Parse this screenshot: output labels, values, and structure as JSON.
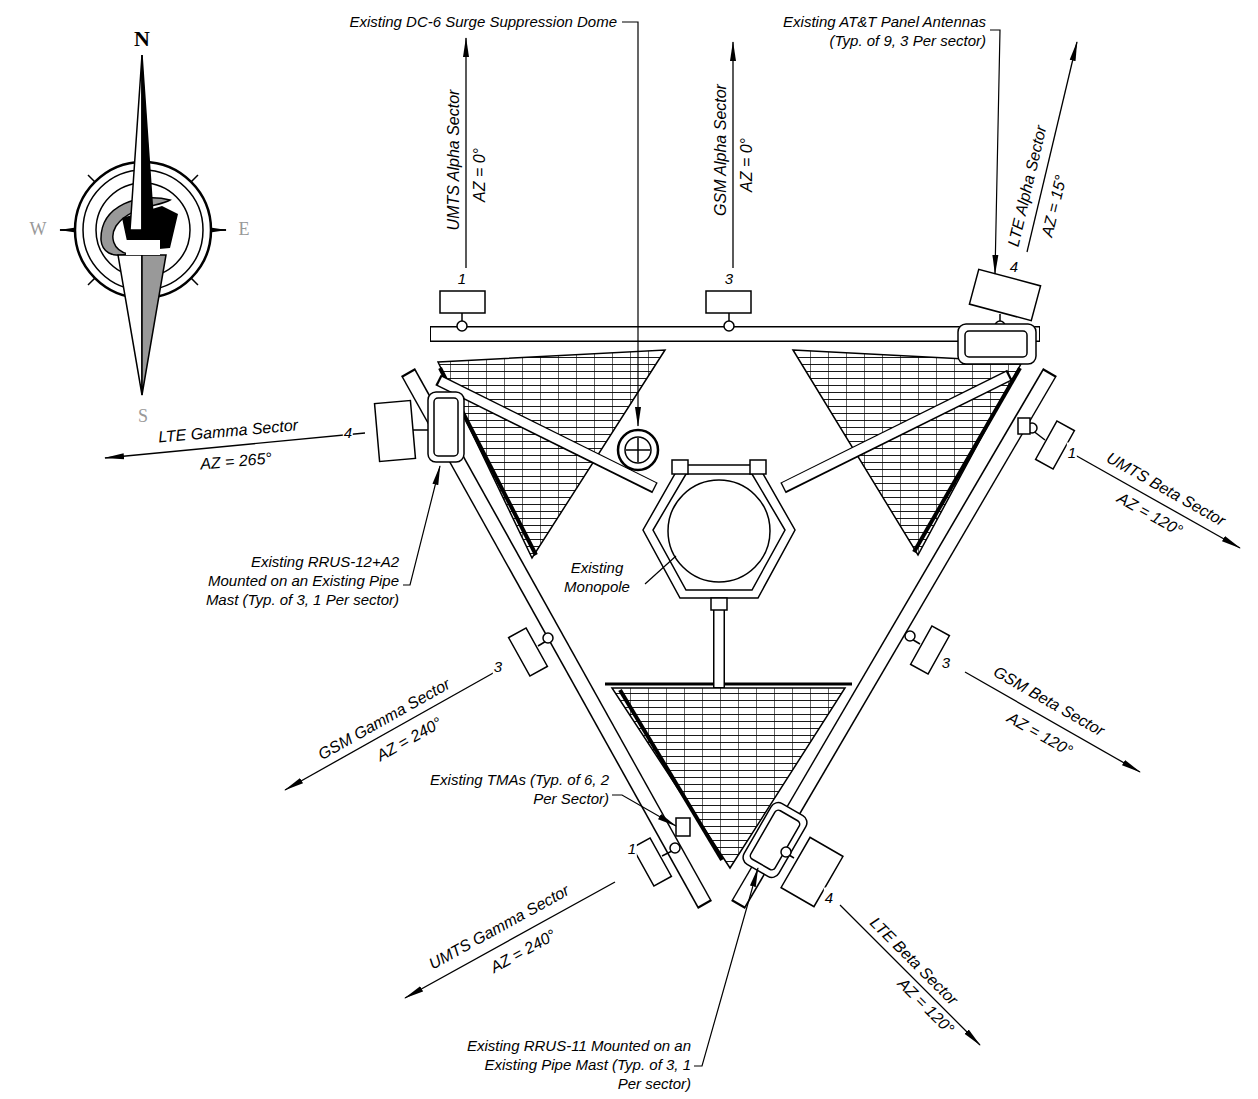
{
  "diagram": {
    "labels": [
      "N",
      "W",
      "E",
      "S",
      "Existing DC-6 Surge Suppression Dome",
      "Existing AT&T Panel Antennas (Typ. of 9, 3 Per sector)",
      "UMTS Alpha Sector",
      "AZ = 0°",
      "GSM Alpha Sector",
      "AZ = 0°",
      "LTE Alpha Sector",
      "AZ = 15°",
      "1",
      "3",
      "4",
      "LTE Gamma Sector",
      "AZ = 265°",
      "4",
      "1",
      "UMTS Beta Sector",
      "AZ = 120°",
      "Existing RRUS-12+A2 Mounted on an Existing Pipe Mast (Typ. of 3, 1 Per sector)",
      "Existing Monopole",
      "3",
      "GSM Gamma Sector",
      "AZ = 240°",
      "3",
      "GSM Beta Sector",
      "AZ = 120°",
      "Existing TMAs (Typ. of 6, 2 Per Sector)",
      "1",
      "UMTS Gamma Sector",
      "AZ = 240°",
      "4",
      "LTE Beta Sector",
      "AZ = 120°",
      "Existing RRUS-11 Mounted on an Existing Pipe Mast (Typ. of 3, 1 Per sector)"
    ]
  }
}
